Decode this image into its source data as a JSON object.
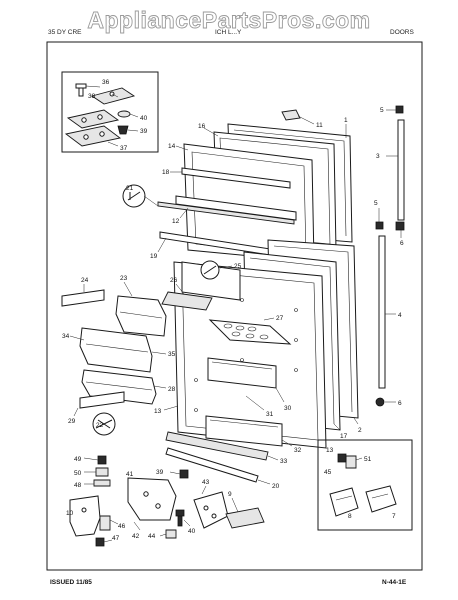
{
  "watermark": "AppliancePartsPros.com",
  "header": {
    "left": "35 DY CRE",
    "center": "ICH L...Y",
    "right": "DOORS"
  },
  "footer": {
    "issued": "ISSUED 11/85",
    "code": "N-44-1E"
  },
  "callouts": {
    "c1": "1",
    "c2": "2",
    "c3": "3",
    "c4": "4",
    "c5a": "5",
    "c5b": "5",
    "c6a": "6",
    "c6b": "6",
    "c7": "7",
    "c8": "8",
    "c9": "9",
    "c10": "10",
    "c11": "11",
    "c12": "12",
    "c13a": "13",
    "c13b": "13",
    "c14": "14",
    "c16": "16",
    "c17": "17",
    "c18": "18",
    "c19": "19",
    "c20": "20",
    "c21": "21",
    "c22": "22",
    "c23": "23",
    "c24": "24",
    "c25": "25",
    "c26": "26",
    "c27": "27",
    "c28": "28",
    "c29": "29",
    "c30": "30",
    "c31": "31",
    "c32": "32",
    "c33": "33",
    "c34": "34",
    "c35": "35",
    "c36": "36",
    "c37": "37",
    "c38": "38",
    "c39a": "39",
    "c39b": "39",
    "c40a": "40",
    "c40b": "40",
    "c41": "41",
    "c42": "42",
    "c43": "43",
    "c44": "44",
    "c45": "45",
    "c46": "46",
    "c47": "47",
    "c48": "48",
    "c49": "49",
    "c50": "50",
    "c51": "51"
  }
}
